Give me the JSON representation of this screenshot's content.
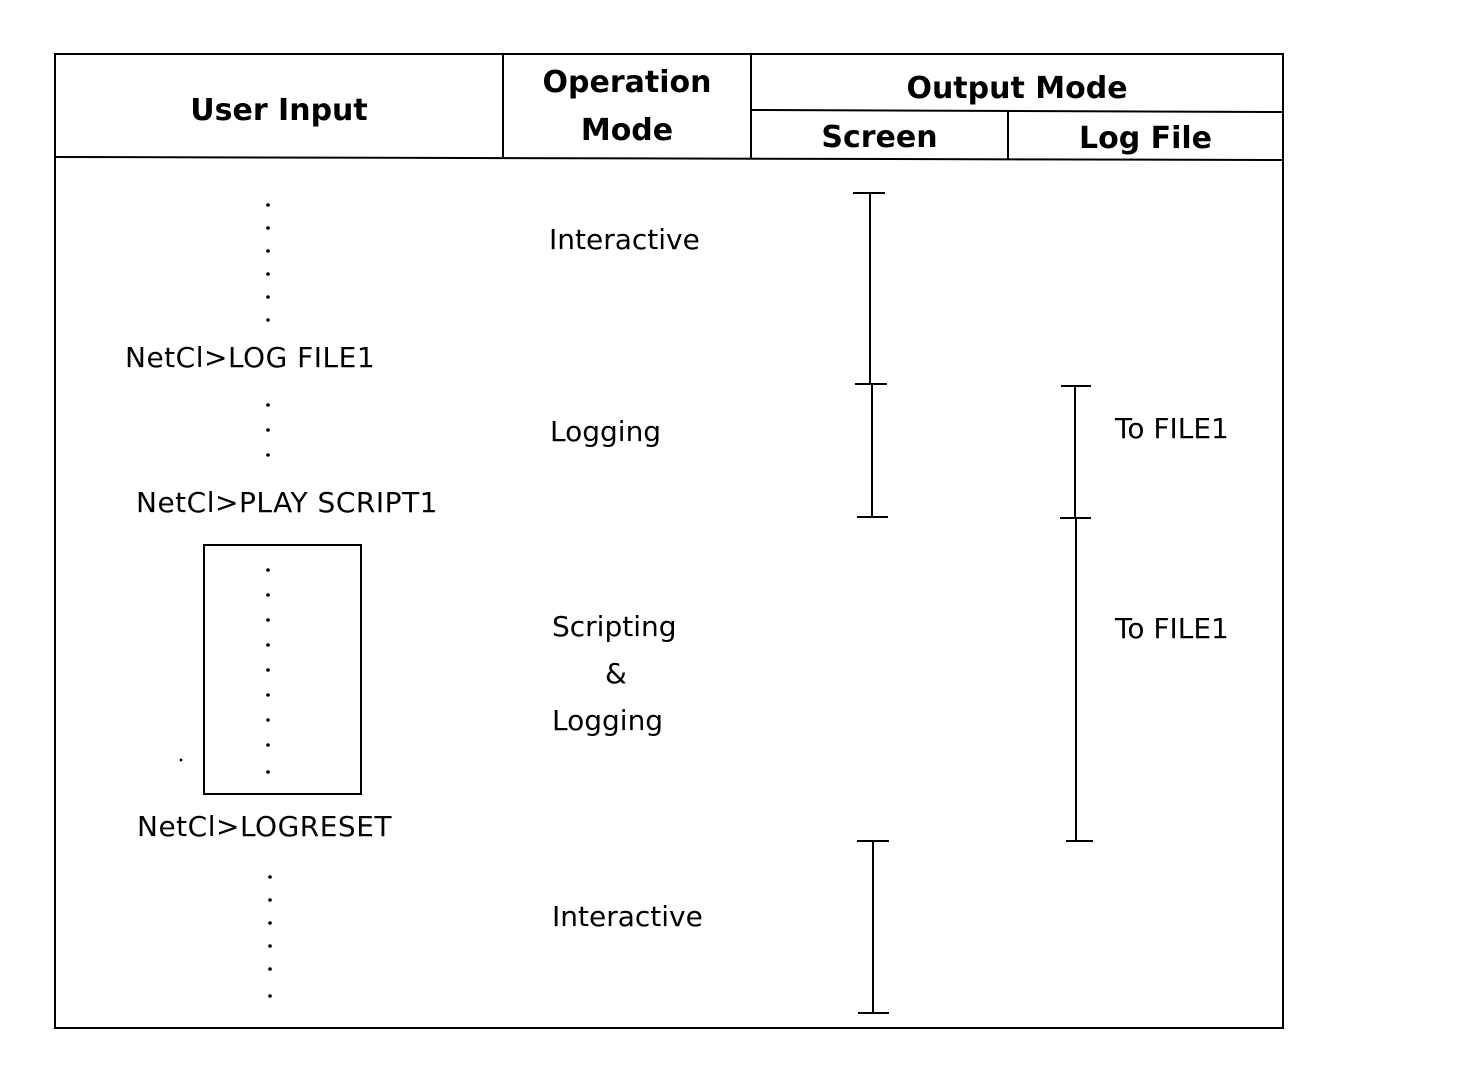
{
  "header": {
    "user_input": "User Input",
    "operation_mode_line1": "Operation",
    "operation_mode_line2": "Mode",
    "output_mode": "Output Mode",
    "screen": "Screen",
    "log_file": "Log File"
  },
  "user_input": {
    "cmd_log": "NetCl>LOG FILE1",
    "cmd_play": "NetCl>PLAY SCRIPT1",
    "cmd_logreset": "NetCl>LOGRESET"
  },
  "modes": {
    "interactive_1": "Interactive",
    "logging": "Logging",
    "scripting_line1": "Scripting",
    "scripting_line2": "&",
    "scripting_line3": "Logging",
    "interactive_2": "Interactive"
  },
  "log_file": {
    "to_file1_a": "To FILE1",
    "to_file1_b": "To FILE1"
  }
}
